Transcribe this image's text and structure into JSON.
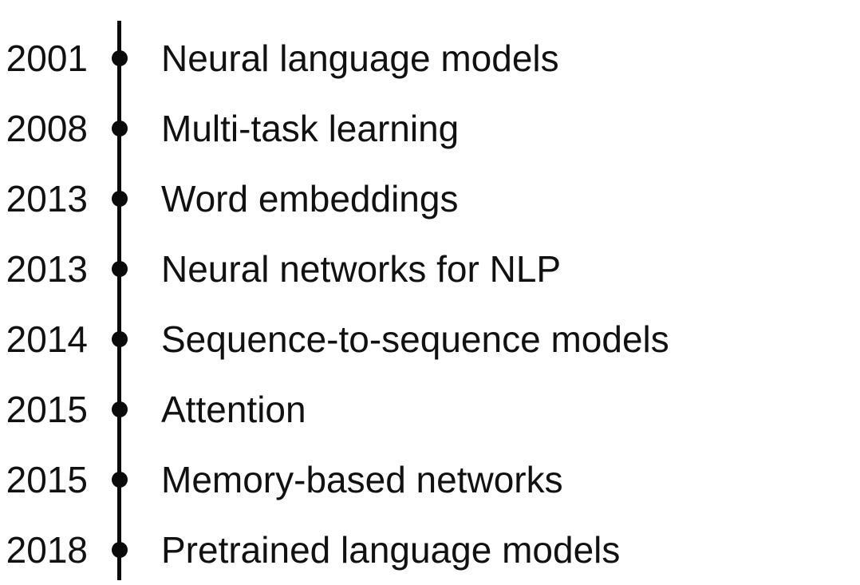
{
  "figure": {
    "kind": "vertical-timeline",
    "background_color": "#ffffff",
    "line_color": "#0a0a0a",
    "text_color": "#111111",
    "dot_color": "#0a0a0a"
  },
  "timeline": {
    "entries": [
      {
        "year": "2001",
        "label": "Neural language models"
      },
      {
        "year": "2008",
        "label": "Multi-task learning"
      },
      {
        "year": "2013",
        "label": "Word embeddings"
      },
      {
        "year": "2013",
        "label": "Neural networks for NLP"
      },
      {
        "year": "2014",
        "label": "Sequence-to-sequence models"
      },
      {
        "year": "2015",
        "label": "Attention"
      },
      {
        "year": "2015",
        "label": "Memory-based networks"
      },
      {
        "year": "2018",
        "label": "Pretrained language models"
      }
    ]
  }
}
